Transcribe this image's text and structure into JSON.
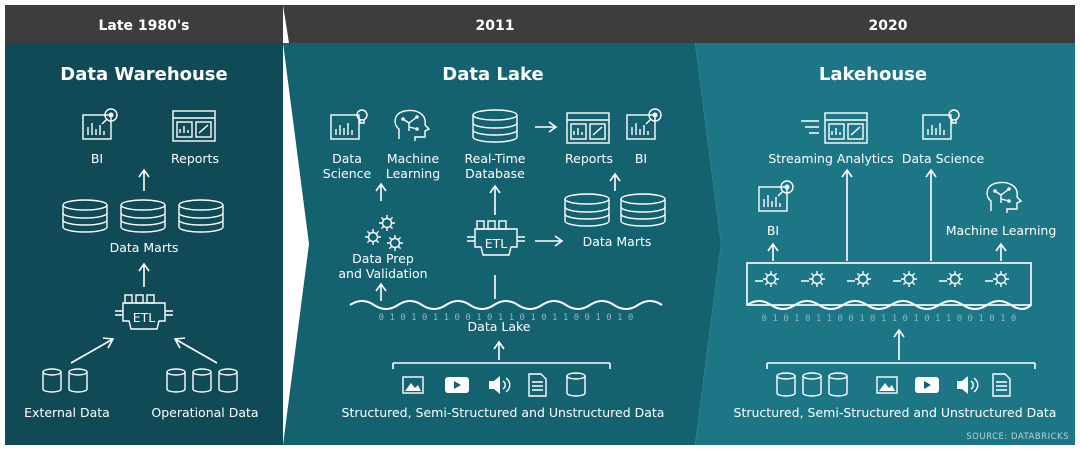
{
  "source": "SOURCE: DATABRICKS",
  "panels": [
    {
      "era": "Late 1980's",
      "title": "Data Warehouse",
      "labels": {
        "bi": "BI",
        "reports": "Reports",
        "data_marts": "Data Marts",
        "etl": "ETL",
        "external_data": "External Data",
        "operational_data": "Operational Data"
      }
    },
    {
      "era": "2011",
      "title": "Data Lake",
      "labels": {
        "data_science_1": "Data",
        "data_science_2": "Science",
        "ml_1": "Machine",
        "ml_2": "Learning",
        "rtdb_1": "Real-Time",
        "rtdb_2": "Database",
        "reports": "Reports",
        "bi": "BI",
        "prep_1": "Data Prep",
        "prep_2": "and Validation",
        "etl": "ETL",
        "data_marts": "Data Marts",
        "data_lake": "Data Lake",
        "binary": "0 1 0 1 0 1 1 0 0 1 0 1 1 0 1 0 1 1 0 0 1 0 1 0",
        "sources": "Structured, Semi-Structured and Unstructured Data"
      }
    },
    {
      "era": "2020",
      "title": "Lakehouse",
      "labels": {
        "streaming": "Streaming Analytics",
        "data_science": "Data Science",
        "bi": "BI",
        "ml": "Machine Learning",
        "binary": "0 1 0 1 0 1 1 0 0 1 0 1 1 0 1 0 1 1 0 0 1 0 1 0",
        "sources": "Structured, Semi-Structured and Unstructured Data"
      }
    }
  ],
  "colors": {
    "header": "#3d3d3d",
    "panel_1": "#0f4a56",
    "panel_2": "#146170",
    "panel_3": "#1c7685",
    "wave": "#ffffff"
  }
}
